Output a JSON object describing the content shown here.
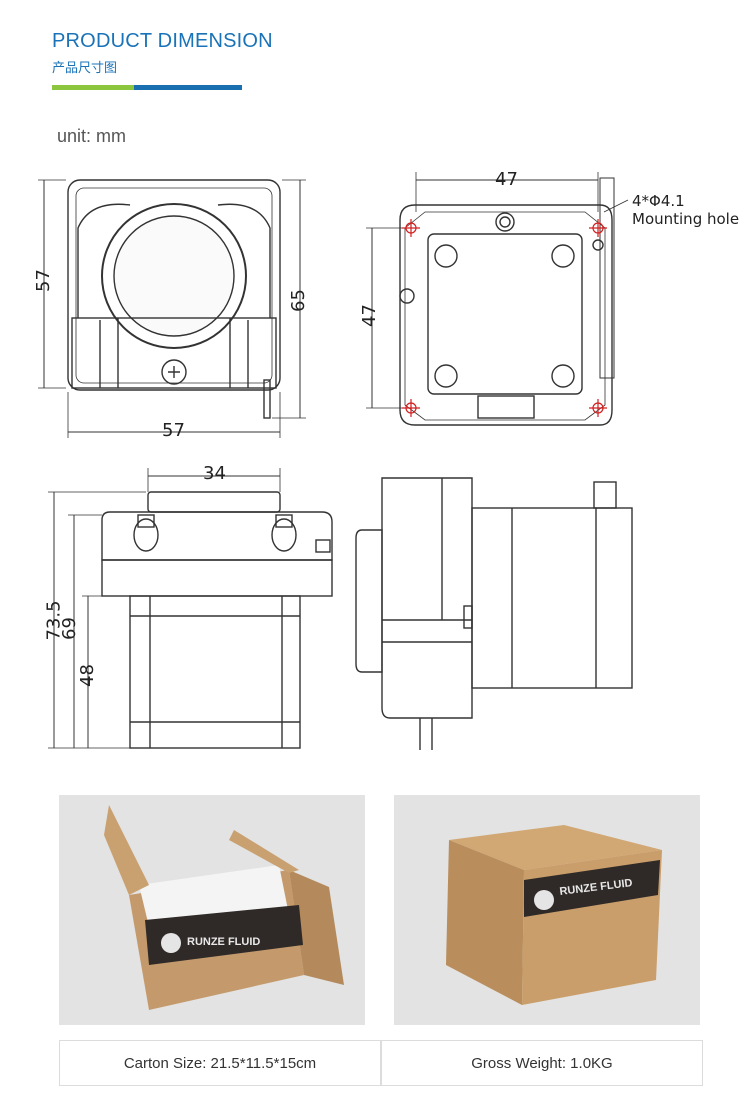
{
  "header": {
    "title": "PRODUCT DIMENSION",
    "subtitle": "产品尺寸图"
  },
  "unit": "unit: mm",
  "front_view": {
    "height_left": "57",
    "height_right": "65",
    "width_bottom": "57"
  },
  "rear_view": {
    "width_top": "47",
    "height_left": "47",
    "hole_spec": "4*Φ4.1",
    "hole_label": "Mounting hole"
  },
  "side_view": {
    "width_top": "34",
    "height_total": "73.5",
    "height_body": "69",
    "height_motor": "48"
  },
  "photos": {
    "open_box_brand": "RUNZE FLUID",
    "closed_box_brand": "RUNZE FLUID"
  },
  "captions": {
    "carton_size": "Carton Size: 21.5*11.5*15cm",
    "gross_weight": "Gross Weight: 1.0KG"
  },
  "colors": {
    "accent_blue": "#1a73b8",
    "bar_green": "#8cc63f",
    "bar_blue": "#1a6fb0",
    "carton": "#c49a6c"
  }
}
